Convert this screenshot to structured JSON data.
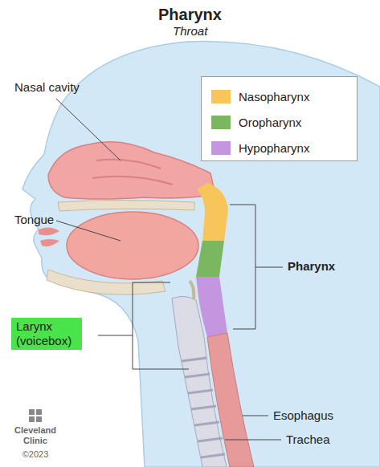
{
  "diagram": {
    "title": "Pharynx",
    "labels": [
      "Throat",
      "Nasal cavity",
      "Tongue",
      "Larynx (voicebox)",
      "Pharynx",
      "Esophagus",
      "Trachea",
      "Cleveland Clinic",
      "©2023"
    ],
    "legend": [
      {
        "text": "Nasopharynx",
        "color": "#f8c55a"
      },
      {
        "text": "Oropharynx",
        "color": "#7bb661"
      },
      {
        "text": "Hypopharynx",
        "color": "#c596e0"
      }
    ]
  }
}
